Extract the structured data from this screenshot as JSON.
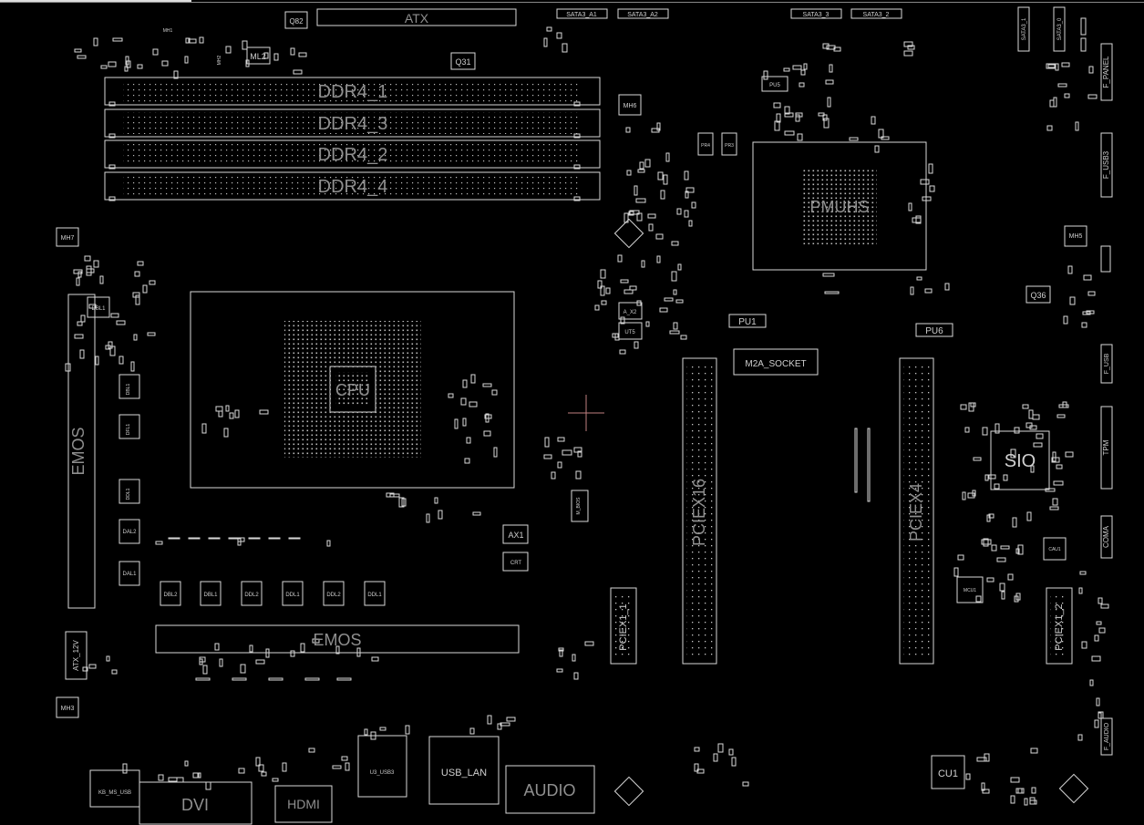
{
  "board": {
    "background": "#000000",
    "outline_color": "#d8d8d8",
    "label_color": "#9a9a9a"
  },
  "memory_slots": [
    "DDR4_1",
    "DDR4_3",
    "DDR4_2",
    "DDR4_4"
  ],
  "major_labels": {
    "atx": "ATX",
    "cpu": "CPU",
    "sio": "SIO",
    "cu1": "CU1",
    "m2a_socket": "M2A_SOCKET",
    "pu1": "PU1",
    "pu6": "PU6",
    "pmu_hs": "PMUHS",
    "emos_left": "EMOS",
    "emos_bottom": "EMOS",
    "pciex16": "PCIEX16",
    "pciex4": "PCIEX4",
    "pciex1_1": "PCIEX1_1",
    "pciex1_2": "PCIEX1_2",
    "atx_12v": "ATX_12V",
    "dvi": "DVI",
    "hdmi": "HDMI",
    "usb_lan": "USB_LAN",
    "audio": "AUDIO",
    "kb_ms_usb": "KB_MS_USB",
    "u3_usb": "U3_USB3",
    "sata_a1": "SATA3_A1",
    "sata_a2": "SATA3_A2",
    "sata_a3": "SATA3_3",
    "sata_a4": "SATA3_2",
    "sata_b1": "SATA3_1",
    "sata_b0": "SATA3_0",
    "f_panel": "F_PANEL",
    "f_usb3": "F_USB3",
    "f_usb": "F_USB",
    "tpm": "TPM",
    "f_audio": "F_AUDIO",
    "com": "COMA",
    "q31": "Q31",
    "q36": "Q36",
    "q82": "Q82",
    "ml2": "ML2",
    "mh1": "MH1",
    "mh2": "MH2",
    "mh3": "MH3",
    "mh5": "MH5",
    "mh6": "MH6",
    "mh7": "MH7",
    "ax1": "AX1",
    "crt": "CRT",
    "m_bios": "M_BIOS",
    "ut5": "UT5",
    "a_x2": "A_X2",
    "dbl1": "DBL1",
    "dbl2": "DBL2",
    "ddl1": "DDL1",
    "ddl2": "DDL2",
    "dal1": "DAL1",
    "dal2": "DAL2",
    "dfl1": "DFL1",
    "ocu1": "OCU1",
    "cau1": "CAU1",
    "mcu1": "MCU1",
    "pu5": "PU5",
    "pr4": "PR4",
    "pr3": "PR3"
  }
}
